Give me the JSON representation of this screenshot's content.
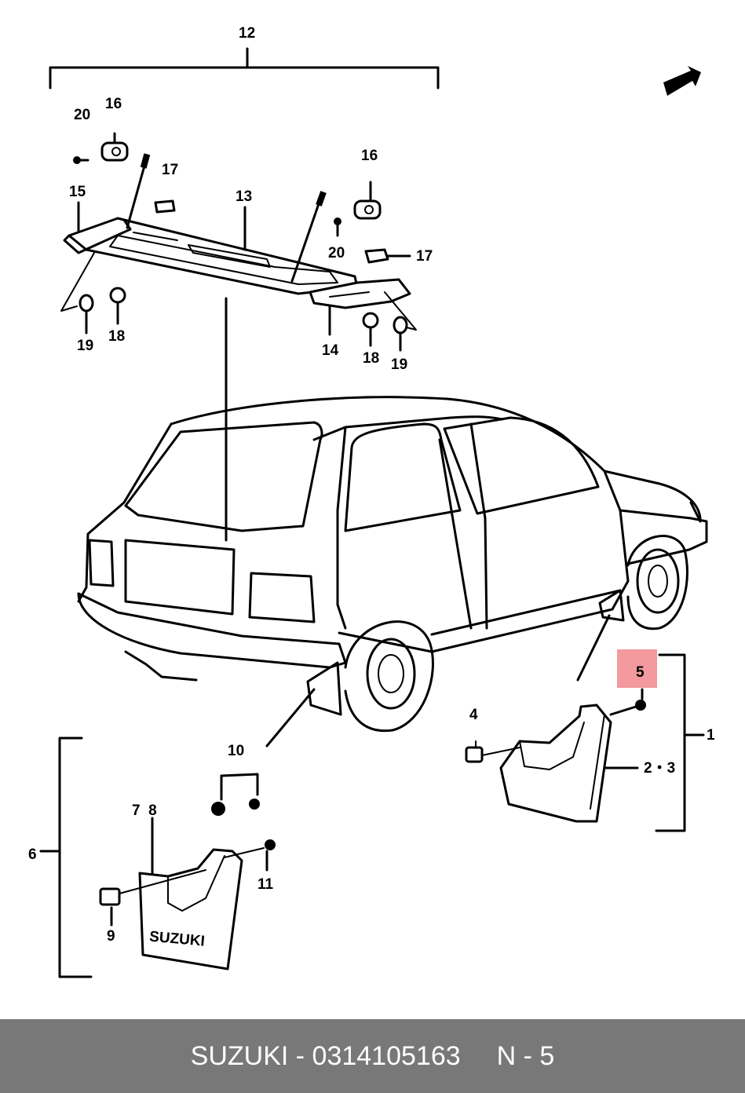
{
  "callouts": {
    "c1": "1",
    "c23": "2・3",
    "c4": "4",
    "c5": "5",
    "c6": "6",
    "c78": "7  8",
    "c9": "9",
    "c10": "10",
    "c11": "11",
    "c12": "12",
    "c13": "13",
    "c14": "14",
    "c15": "15",
    "c16a": "16",
    "c16b": "16",
    "c17a": "17",
    "c17b": "17",
    "c18a": "18",
    "c18b": "18",
    "c19a": "19",
    "c19b": "19",
    "c20a": "20",
    "c20b": "20",
    "mudflap_text": "SUZUKI"
  },
  "highlighted_part": "5",
  "colors": {
    "highlight": "#f0888c",
    "footer_bg": "#787878",
    "footer_text": "#ffffff",
    "line": "#000000"
  },
  "footer": {
    "brand_part": "SUZUKI - 0314105163",
    "page_ref": "N - 5"
  }
}
